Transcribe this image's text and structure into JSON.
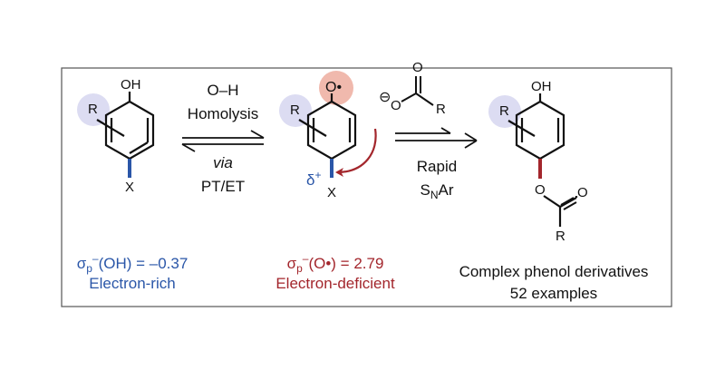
{
  "molecule_left": {
    "substituent_top": "OH",
    "r_group": "R",
    "para_group": "X"
  },
  "arrow_1": {
    "above_line1": "O–H",
    "above_line2": "Homolysis",
    "below_line1": "via",
    "below_line2": "PT/ET"
  },
  "molecule_middle": {
    "radical_group": "O•",
    "r_group": "R",
    "partial_charge": "δ",
    "partial_charge_sign": "+",
    "para_group": "X"
  },
  "nucleophile": {
    "charge": "⊖",
    "oxygen": "O",
    "r_group": "R",
    "carbonyl_oxygen": "O"
  },
  "arrow_2": {
    "below_line1": "Rapid",
    "below_line2_main": "S",
    "below_line2_sub": "N",
    "below_line2_rest": "Ar"
  },
  "molecule_right": {
    "substituent_top": "OH",
    "r_group": "R",
    "ester_oxygen": "O",
    "carbonyl_oxygen": "O",
    "acyl_r": "R"
  },
  "sigma_left": {
    "sigma": "σ",
    "sub": "p",
    "sup": "–",
    "group": "(OH)",
    "value": " = –0.37",
    "label": "Electron-rich"
  },
  "sigma_middle": {
    "sigma": "σ",
    "sub": "p",
    "sup": "–",
    "group": "(O•)",
    "value": " = 2.79",
    "label": "Electron-deficient"
  },
  "result": {
    "line1": "Complex phenol derivatives",
    "line2": "52 examples"
  },
  "colors": {
    "blue": "#2a56a8",
    "red": "#a3262c",
    "lavender": "#dcdcf2",
    "pink": "#f0b9ad",
    "frame": "#555555"
  }
}
